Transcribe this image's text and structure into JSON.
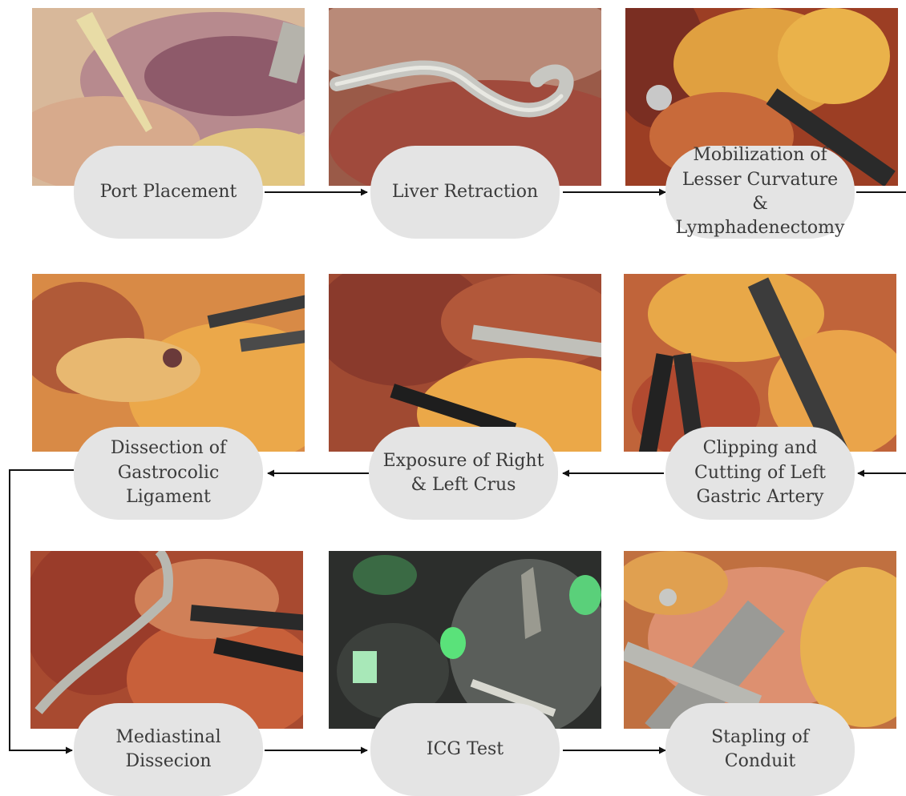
{
  "steps": [
    {
      "label": "Port Placement",
      "icon": "port-placement-photo"
    },
    {
      "label": "Liver Retraction",
      "icon": "liver-retraction-photo"
    },
    {
      "label": "Mobilization of\nLesser Curvature &\nLymphadenectomy",
      "icon": "lesser-curvature-photo"
    },
    {
      "label": "Dissection of\nGastrocolic\nLigament",
      "icon": "gastrocolic-ligament-photo"
    },
    {
      "label": "Exposure of Right\n& Left Crus",
      "icon": "crus-exposure-photo"
    },
    {
      "label": "Clipping and\nCutting of Left\nGastric Artery",
      "icon": "gastric-artery-photo"
    },
    {
      "label": "Mediastinal\nDissecion",
      "icon": "mediastinal-dissection-photo"
    },
    {
      "label": "ICG Test",
      "icon": "icg-test-photo"
    },
    {
      "label": "Stapling of Conduit",
      "icon": "stapling-photo"
    }
  ],
  "colors": {
    "pill": "#e4e4e4",
    "text": "#3a3a3a",
    "arrow": "#111111",
    "tissue": "#b8683c",
    "fat": "#e8a848",
    "liver": "#8a3a2a",
    "icg_dark": "#2a2c2a",
    "icg_green": "#5ae27a"
  }
}
